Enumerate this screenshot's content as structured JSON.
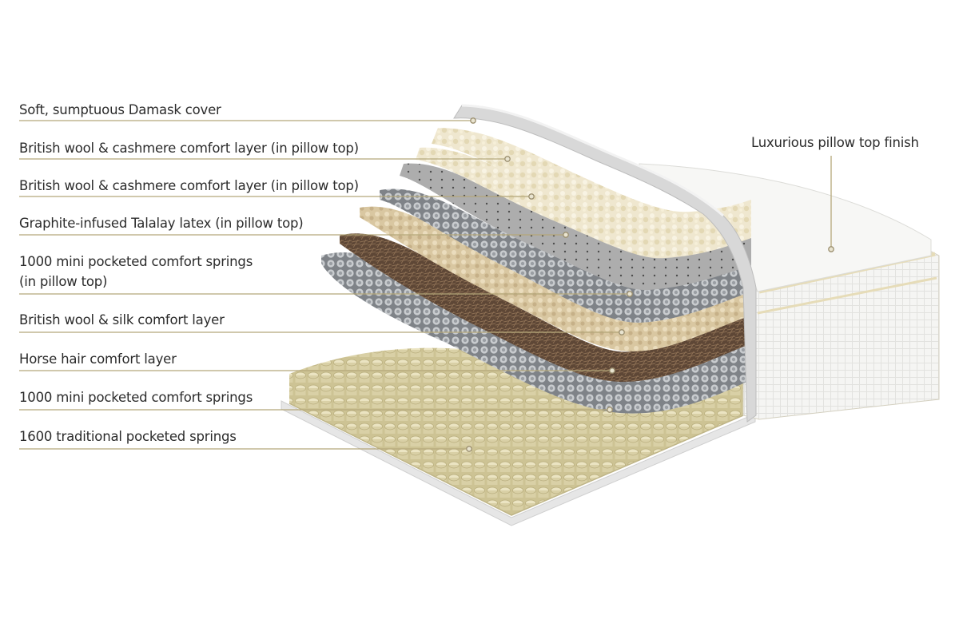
{
  "diagram": {
    "labels": [
      {
        "id": "damask-cover",
        "text": "Soft, sumptuous Damask cover"
      },
      {
        "id": "wool-cashmere-1",
        "text": "British wool & cashmere comfort layer (in pillow top)"
      },
      {
        "id": "wool-cashmere-2",
        "text": "British wool & cashmere comfort layer (in pillow top)"
      },
      {
        "id": "talalay-latex",
        "text": "Graphite-infused Talalay latex (in pillow top)"
      },
      {
        "id": "mini-springs-pillow",
        "text_line1": "1000 mini pocketed comfort springs",
        "text_line2": "(in pillow top)"
      },
      {
        "id": "wool-silk",
        "text": "British wool & silk comfort layer"
      },
      {
        "id": "horse-hair",
        "text": "Horse hair comfort layer"
      },
      {
        "id": "mini-springs",
        "text": "1000 mini pocketed comfort springs"
      },
      {
        "id": "traditional-springs",
        "text": "1600 traditional pocketed springs"
      }
    ],
    "right_label": {
      "id": "pillow-top-finish",
      "text": "Luxurious pillow top finish"
    },
    "colors": {
      "leader_line": "#b5a77a",
      "text": "#2b2b2b",
      "damask": "#d9d9d9",
      "wool": "#ece3c7",
      "latex": "#a9a9a9",
      "spring_grey": "#8d9196",
      "wool_silk": "#d8c6a0",
      "horse_hair": "#6b5441",
      "pocket_springs": "#d7cfa4"
    }
  }
}
